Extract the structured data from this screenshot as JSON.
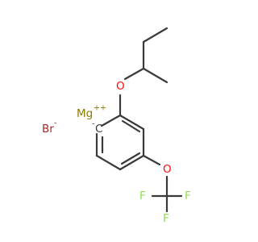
{
  "molecule": {
    "colors": {
      "bond": "#3a3a3a",
      "oxygen": "#ff0d0d",
      "fluorine": "#90e050",
      "magnesium": "#8a7a00",
      "bromine": "#a62929",
      "carbon": "#3a3a3a"
    },
    "atoms": {
      "br": {
        "symbol": "Br",
        "charge": "-"
      },
      "mg": {
        "symbol": "Mg",
        "charge": "++"
      },
      "c_anion": {
        "symbol": "C",
        "charge": "-"
      },
      "o_ether": {
        "symbol": "O"
      },
      "o_trifluoromethoxy": {
        "symbol": "O"
      },
      "f1": {
        "symbol": "F"
      },
      "f2": {
        "symbol": "F"
      },
      "f3": {
        "symbol": "F"
      }
    }
  }
}
